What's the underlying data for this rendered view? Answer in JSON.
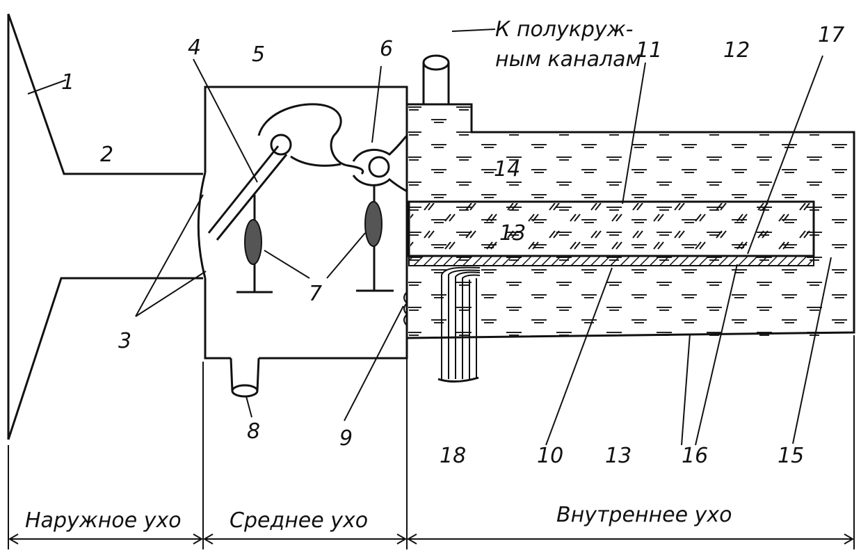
{
  "diagram": {
    "top_label_line1": "К полукруж-",
    "top_label_line2": "ным каналам",
    "numbers": [
      "1",
      "2",
      "3",
      "4",
      "5",
      "6",
      "7",
      "8",
      "9",
      "10",
      "11",
      "12",
      "13",
      "13",
      "14",
      "15",
      "16",
      "17",
      "18"
    ],
    "sections": {
      "outer": "Наружное ухо",
      "middle": "Среднее ухо",
      "inner": "Внутреннее ухо"
    }
  }
}
